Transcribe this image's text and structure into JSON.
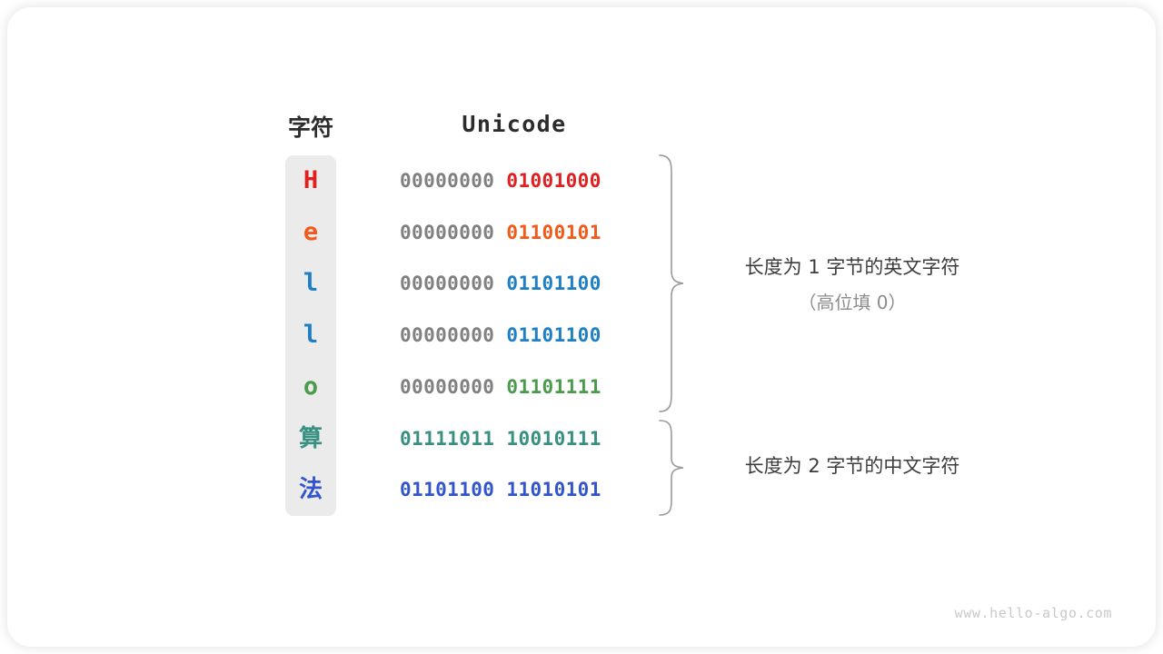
{
  "card": {
    "headers": {
      "char": "字符",
      "unicode": "Unicode"
    },
    "rows": [
      {
        "char": "H",
        "color": "#e02020",
        "high_byte": "00000000",
        "low_byte": "01001000",
        "cjk": false
      },
      {
        "char": "e",
        "color": "#f15a19",
        "high_byte": "00000000",
        "low_byte": "01100101",
        "cjk": false
      },
      {
        "char": "l",
        "color": "#1f7fc4",
        "high_byte": "00000000",
        "low_byte": "01101100",
        "cjk": false
      },
      {
        "char": "l",
        "color": "#1f7fc4",
        "high_byte": "00000000",
        "low_byte": "01101100",
        "cjk": false
      },
      {
        "char": "o",
        "color": "#4c9a4c",
        "high_byte": "00000000",
        "low_byte": "01101111",
        "cjk": false
      },
      {
        "char": "算",
        "color": "#389080",
        "high_byte": "01111011",
        "low_byte": "10010111",
        "cjk": true
      },
      {
        "char": "法",
        "color": "#3355cc",
        "high_byte": "01101100",
        "low_byte": "11010101",
        "cjk": true
      }
    ],
    "annotations": [
      {
        "text": "长度为 1 字节的英文字符",
        "sub": "（高位填 0）"
      },
      {
        "text": "长度为 2 字节的中文字符",
        "sub": ""
      }
    ],
    "high_byte_color": "#808080",
    "watermark": "www.hello-algo.com"
  }
}
